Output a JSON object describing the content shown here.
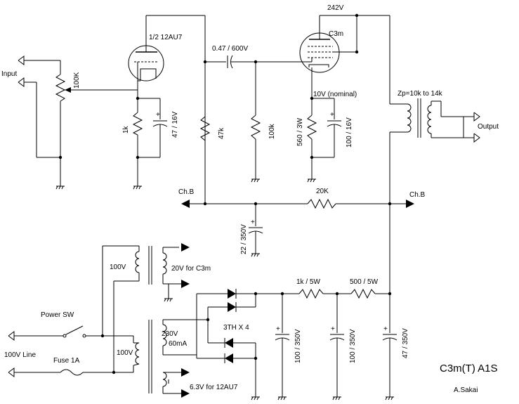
{
  "title": "C3m(T)  A1S",
  "author": "A.Sakai",
  "labels": {
    "b_plus": "242V",
    "triode": "1/2 12AU7",
    "pentode": "C3m",
    "c_coupling": "0.47 / 600V",
    "input": "Input",
    "pot": "100K",
    "r_cathode1": "1k",
    "c_cathode1": "47 / 16V",
    "r_plate1": "47k",
    "r_grid2": "100k",
    "r_cathode2": "560 / 3W",
    "c_cathode2": "100 / 16V",
    "v_cathode2": "10V (nominal)",
    "zp": "Zp=10k to 14k",
    "output": "Output",
    "chb_left": "Ch.B",
    "chb_right": "Ch.B",
    "r_20k": "20K",
    "c_22": "22 / 350V",
    "pt1_pri": "100V",
    "pt1_sec": "20V for C3m",
    "power_sw": "Power SW",
    "line": "100V Line",
    "fuse": "Fuse 1A",
    "pt2_pri": "100V",
    "pt2_hv": "230V",
    "pt2_ma": "60mA",
    "rect": "3TH X 4",
    "heater": "6.3V for 12AU7",
    "r_1k5w": "1k / 5W",
    "r_500": "500 / 5W",
    "c_f1": "100 / 350V",
    "c_f2": "100 / 350V",
    "c_f3": "47 / 350V"
  }
}
